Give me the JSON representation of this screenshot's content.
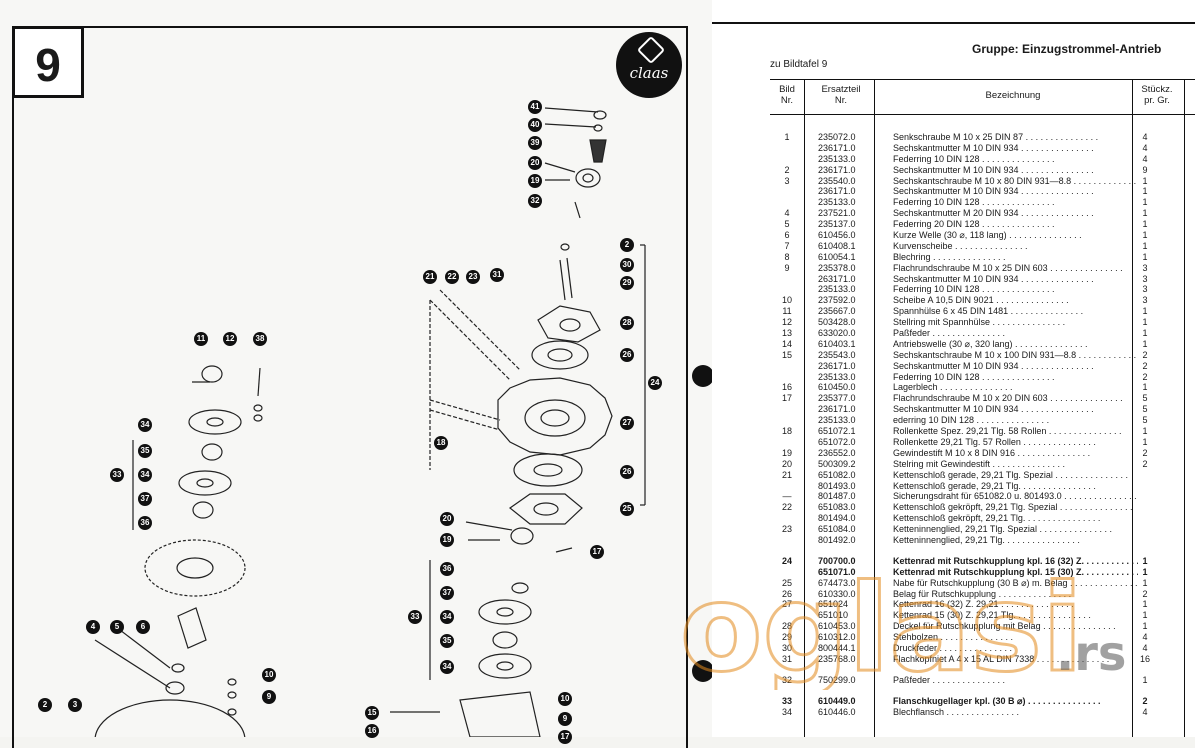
{
  "page": {
    "number": "9",
    "brand": "claas"
  },
  "header": {
    "group_title": "Gruppe: Einzugstrommel-Antrieb",
    "subtitle": "zu Bildtafel 9",
    "col_bild": "Bild\nNr.",
    "col_ersatzteil": "Ersatzteil\nNr.",
    "col_bezeichnung": "Bezeichnung",
    "col_stueck": "Stückz.\npr. Gr."
  },
  "rows": [
    {
      "bild": "1",
      "nr": "235072.0",
      "bez": "Senkschraube M 10 x 25 DIN 87",
      "qty": "4"
    },
    {
      "bild": "",
      "nr": "236171.0",
      "bez": "Sechskantmutter M 10 DIN 934",
      "qty": "4"
    },
    {
      "bild": "",
      "nr": "235133.0",
      "bez": "Federring 10 DIN 128",
      "qty": "4"
    },
    {
      "bild": "2",
      "nr": "236171.0",
      "bez": "Sechskantmutter M 10 DIN 934",
      "qty": "9"
    },
    {
      "bild": "3",
      "nr": "235540.0",
      "bez": "Sechskantschraube M 10 x 80 DIN 931—8.8",
      "qty": "1"
    },
    {
      "bild": "",
      "nr": "236171.0",
      "bez": "Sechskantmutter M 10 DIN 934",
      "qty": "1"
    },
    {
      "bild": "",
      "nr": "235133.0",
      "bez": "Federring 10 DIN 128",
      "qty": "1"
    },
    {
      "bild": "4",
      "nr": "237521.0",
      "bez": "Sechskantmutter M 20 DIN 934",
      "qty": "1"
    },
    {
      "bild": "5",
      "nr": "235137.0",
      "bez": "Federring 20 DIN 128",
      "qty": "1"
    },
    {
      "bild": "6",
      "nr": "610456.0",
      "bez": "Kurze Welle (30 ⌀, 118 lang)",
      "qty": "1"
    },
    {
      "bild": "7",
      "nr": "610408.1",
      "bez": "Kurvenscheibe",
      "qty": "1"
    },
    {
      "bild": "8",
      "nr": "610054.1",
      "bez": "Blechring",
      "qty": "1"
    },
    {
      "bild": "9",
      "nr": "235378.0",
      "bez": "Flachrundschraube M 10 x 25 DIN 603",
      "qty": "3"
    },
    {
      "bild": "",
      "nr": "263171.0",
      "bez": "Sechskantmutter M 10 DIN 934",
      "qty": "3"
    },
    {
      "bild": "",
      "nr": "235133.0",
      "bez": "Federring 10 DIN 128",
      "qty": "3"
    },
    {
      "bild": "10",
      "nr": "237592.0",
      "bez": "Scheibe A 10,5 DIN 9021",
      "qty": "3"
    },
    {
      "bild": "11",
      "nr": "235667.0",
      "bez": "Spannhülse 6 x 45 DIN 1481",
      "qty": "1"
    },
    {
      "bild": "12",
      "nr": "503428.0",
      "bez": "Stellring mit Spannhülse",
      "qty": "1"
    },
    {
      "bild": "13",
      "nr": "633020.0",
      "bez": "Paßfeder",
      "qty": "1"
    },
    {
      "bild": "14",
      "nr": "610403.1",
      "bez": "Antriebswelle (30 ⌀, 320 lang)",
      "qty": "1"
    },
    {
      "bild": "15",
      "nr": "235543.0",
      "bez": "Sechskantschraube M 10 x 100 DIN 931—8.8",
      "qty": "2"
    },
    {
      "bild": "",
      "nr": "236171.0",
      "bez": "Sechskantmutter M 10 DIN 934",
      "qty": "2"
    },
    {
      "bild": "",
      "nr": "235133.0",
      "bez": "Federring 10 DIN 128",
      "qty": "2"
    },
    {
      "bild": "16",
      "nr": "610450.0",
      "bez": "Lagerblech",
      "qty": "1"
    },
    {
      "bild": "17",
      "nr": "235377.0",
      "bez": "Flachrundschraube M 10 x 20 DIN 603",
      "qty": "5"
    },
    {
      "bild": "",
      "nr": "236171.0",
      "bez": "Sechskantmutter M 10 DIN 934",
      "qty": "5"
    },
    {
      "bild": "",
      "nr": "235133.0",
      "bez": "ederring 10 DIN 128",
      "qty": "5"
    },
    {
      "bild": "18",
      "nr": "651072.1",
      "bez": "Rollenkette Spez. 29,21 Tlg. 58 Rollen",
      "qty": "1"
    },
    {
      "bild": "",
      "nr": "651072.0",
      "bez": "Rollenkette 29,21 Tlg. 57 Rollen",
      "qty": "1"
    },
    {
      "bild": "19",
      "nr": "236552.0",
      "bez": "Gewindestift M 10 x 8 DIN 916",
      "qty": "2"
    },
    {
      "bild": "20",
      "nr": "500309.2",
      "bez": "Stelring mit Gewindestift",
      "qty": "2"
    },
    {
      "bild": "21",
      "nr": "651082.0",
      "bez": "Kettenschloß gerade, 29,21 Tlg. Spezial",
      "qty": ""
    },
    {
      "bild": "",
      "nr": "801493.0",
      "bez": "Kettenschloß gerade, 29,21 Tlg.",
      "qty": ""
    },
    {
      "bild": "—",
      "nr": "801487.0",
      "bez": "Sicherungsdraht für 651082.0 u. 801493.0",
      "qty": ""
    },
    {
      "bild": "22",
      "nr": "651083.0",
      "bez": "Kettenschloß gekröpft, 29,21 Tlg. Spezial",
      "qty": ""
    },
    {
      "bild": "",
      "nr": "801494.0",
      "bez": "Kettenschloß gekröpft, 29,21 Tlg.",
      "qty": ""
    },
    {
      "bild": "23",
      "nr": "651084.0",
      "bez": "Ketteninnenglied, 29,21 Tlg. Spezial",
      "qty": ""
    },
    {
      "bild": "",
      "nr": "801492.0",
      "bez": "Ketteninnenglied, 29,21 Tlg.",
      "qty": ""
    },
    {
      "gap": true
    },
    {
      "bild": "24",
      "nr": "700700.0",
      "bez": "Kettenrad mit Rutschkupplung kpl. 16 (32) Z.",
      "qty": "1",
      "bold": true
    },
    {
      "bild": "",
      "nr": "651071.0",
      "bez": "Kettenrad mit Rutschkupplung kpl. 15 (30) Z.",
      "qty": "1",
      "bold": true
    },
    {
      "bild": "25",
      "nr": "674473.0",
      "bez": "Nabe für Rutschkupplung (30 B ⌀) m. Belag",
      "qty": "1"
    },
    {
      "bild": "26",
      "nr": "610330.0",
      "bez": "Belag für Rutschkupplung",
      "qty": "2"
    },
    {
      "bild": "27",
      "nr": "651024",
      "bez": "Kettenrad 16 (32) Z. 29,21",
      "qty": "1"
    },
    {
      "bild": "",
      "nr": "651010",
      "bez": "Kettenrad 15 (30) Z. 29,21 Tlg.",
      "qty": "1"
    },
    {
      "bild": "28",
      "nr": "610453.0",
      "bez": "Deckel für Rutschkupplung mit Belag",
      "qty": "1"
    },
    {
      "bild": "29",
      "nr": "610312.0",
      "bez": "Stehbolzen",
      "qty": "4"
    },
    {
      "bild": "30",
      "nr": "800444.1",
      "bez": "Druckfeder",
      "qty": "4"
    },
    {
      "bild": "31",
      "nr": "235768.0",
      "bez": "Flachkopfniet A 4 x 15 AL DIN 7338",
      "qty": "16"
    },
    {
      "gap": true
    },
    {
      "bild": "32",
      "nr": "750299.0",
      "bez": "Paßfeder",
      "qty": "1"
    },
    {
      "gap": true
    },
    {
      "bild": "33",
      "nr": "610449.0",
      "bez": "Flanschkugellager kpl. (30 B ⌀)",
      "qty": "2",
      "bold": true
    },
    {
      "bild": "34",
      "nr": "610446.0",
      "bez": "Blechflansch",
      "qty": "4"
    }
  ],
  "diagram": {
    "callouts": [
      "41",
      "40",
      "39",
      "20",
      "19",
      "32",
      "2",
      "30",
      "29",
      "31",
      "21",
      "22",
      "23",
      "28",
      "26",
      "24",
      "27",
      "26",
      "25",
      "20",
      "19",
      "17",
      "11",
      "12",
      "38",
      "34",
      "35",
      "34",
      "37",
      "36",
      "33",
      "18",
      "36",
      "37",
      "34",
      "35",
      "34",
      "33",
      "4",
      "5",
      "6",
      "10",
      "9",
      "10",
      "9",
      "2",
      "3",
      "15",
      "16",
      "17"
    ]
  },
  "watermark": {
    "text": "oglasi",
    "suffix": ".rs"
  }
}
